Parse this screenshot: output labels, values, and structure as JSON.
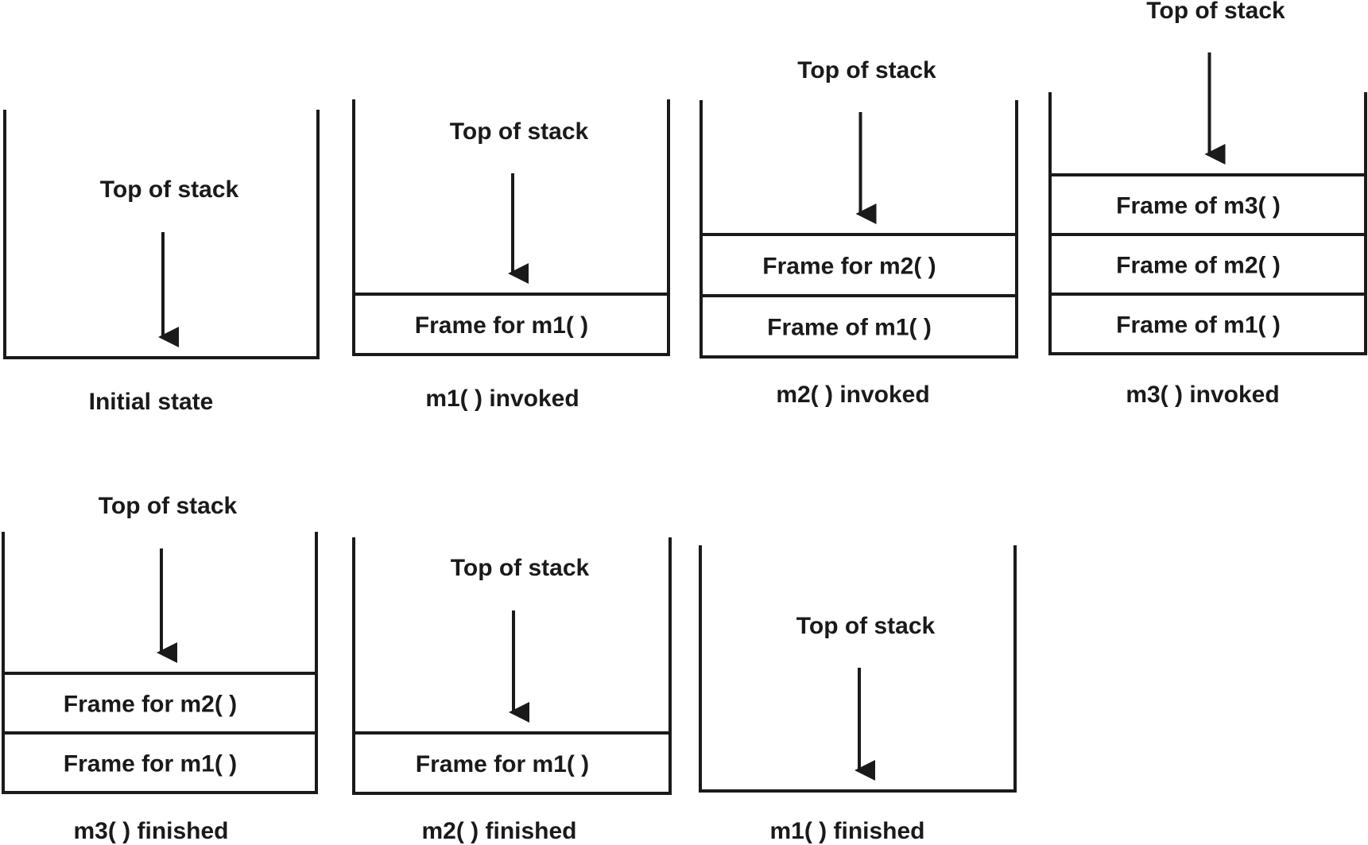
{
  "labels": {
    "top_of_stack": "Top of stack"
  },
  "colors": {
    "ink": "#1a1a1a",
    "background": "#ffffff"
  },
  "stacks": [
    {
      "caption": "Initial state",
      "frames": []
    },
    {
      "caption": "m1( ) invoked",
      "frames": [
        "Frame for m1( )"
      ]
    },
    {
      "caption": "m2( ) invoked",
      "frames": [
        "Frame for m2( )",
        "Frame of m1( )"
      ]
    },
    {
      "caption": "m3( ) invoked",
      "frames": [
        "Frame of m3( )",
        "Frame of m2( )",
        "Frame of m1( )"
      ]
    },
    {
      "caption": "m3( ) finished",
      "frames": [
        "Frame for m2( )",
        "Frame for m1( )"
      ]
    },
    {
      "caption": "m2( ) finished",
      "frames": [
        "Frame for m1( )"
      ]
    },
    {
      "caption": "m1( ) finished",
      "frames": []
    }
  ]
}
